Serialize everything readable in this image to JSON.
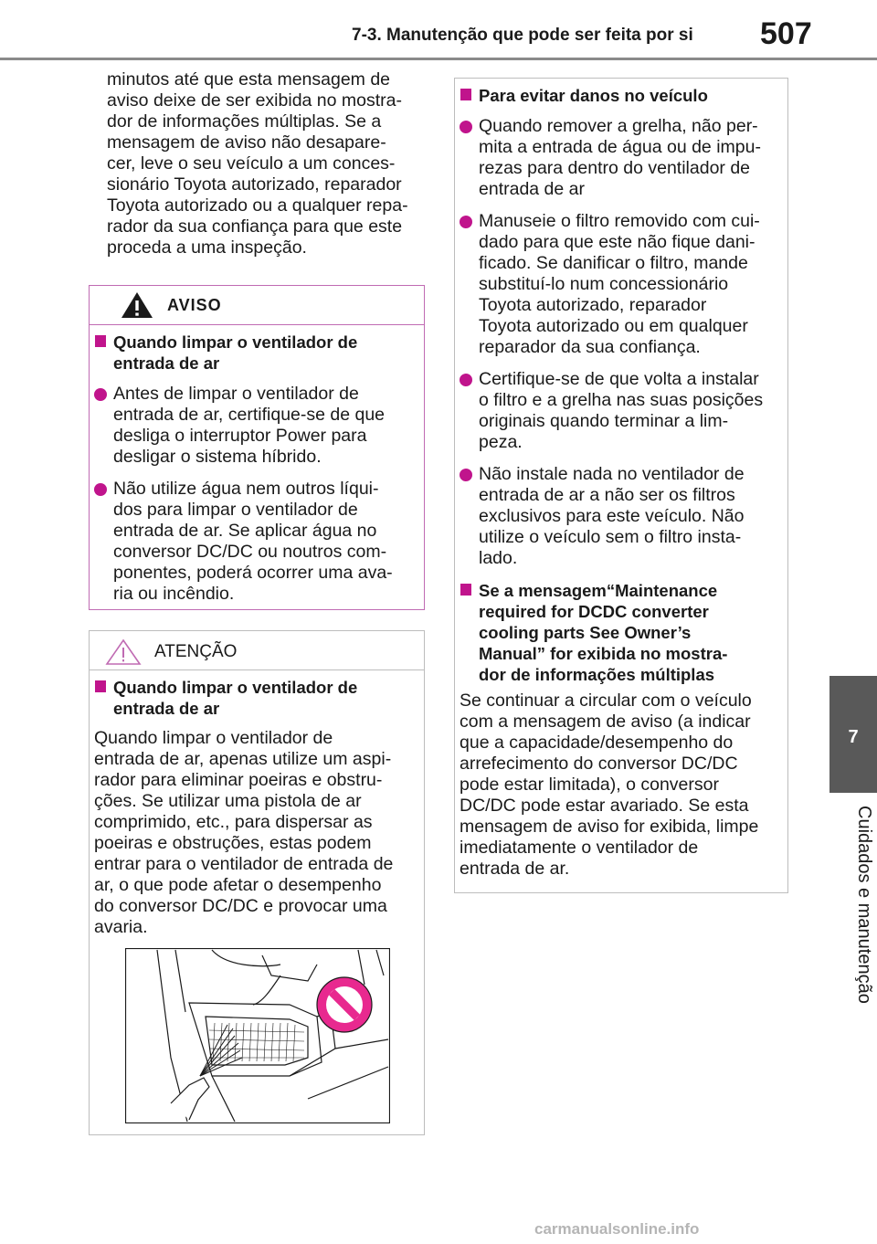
{
  "header": {
    "section_title": "7-3. Manutenção que pode ser feita por si",
    "page_number": "507"
  },
  "side_tab": {
    "number": "7",
    "label": "Cuidados e manutenção"
  },
  "intro_text": [
    "minutos até que esta mensagem de",
    "aviso deixe de ser exibida no mostra-",
    "dor de informações múltiplas. Se a",
    "mensagem de aviso não desapare-",
    "cer, leve o seu veículo a um conces-",
    "sionário Toyota autorizado, reparador",
    "Toyota autorizado ou a qualquer repa-",
    "rador da sua confiança para que este",
    "proceda a uma inspeção."
  ],
  "aviso": {
    "label": "AVISO",
    "heading": [
      "Quando limpar o ventilador de",
      "entrada de ar"
    ],
    "bullets": [
      [
        "Antes de limpar o ventilador de",
        "entrada de ar, certifique-se de que",
        "desliga o interruptor Power para",
        "desligar o sistema híbrido."
      ],
      [
        "Não utilize água nem outros líqui-",
        "dos para limpar o ventilador de",
        "entrada de ar. Se aplicar água no",
        "conversor DC/DC ou noutros com-",
        "ponentes, poderá ocorrer uma ava-",
        "ria ou incêndio."
      ]
    ]
  },
  "atencao": {
    "label": "ATENÇÃO",
    "heading": [
      "Quando limpar o ventilador de",
      "entrada de ar"
    ],
    "body": [
      "Quando limpar o ventilador de",
      "entrada de ar, apenas utilize um aspi-",
      "rador para eliminar poeiras e obstru-",
      "ções. Se utilizar uma pistola de ar",
      "comprimido, etc., para dispersar as",
      "poeiras e obstruções, estas podem",
      "entrar para o ventilador de entrada de",
      "ar, o que pode afetar o desempenho",
      "do conversor DC/DC e provocar uma",
      "avaria."
    ]
  },
  "right": {
    "heading1": "Para evitar danos no veículo",
    "bullets": [
      [
        "Quando remover a grelha, não per-",
        "mita a entrada de água ou de impu-",
        "rezas para dentro do ventilador de",
        "entrada de ar"
      ],
      [
        "Manuseie o filtro removido com cui-",
        "dado para que este não fique dani-",
        "ficado. Se danificar o filtro, mande",
        "substituí-lo num concessionário",
        "Toyota autorizado, reparador",
        "Toyota autorizado ou em qualquer",
        "reparador da sua confiança."
      ],
      [
        "Certifique-se de que volta a instalar",
        "o filtro e a grelha nas suas posições",
        "originais quando terminar a lim-",
        "peza."
      ],
      [
        "Não instale nada no ventilador de",
        "entrada de ar a não ser os filtros",
        "exclusivos para este veículo. Não",
        "utilize o veículo sem o filtro insta-",
        "lado."
      ]
    ],
    "heading2": [
      "Se a mensagem“Maintenance",
      "required for DCDC converter",
      "cooling parts See Owner’s",
      "Manual” for exibida no mostra-",
      "dor de informações múltiplas"
    ],
    "body": [
      "Se continuar a circular com o veículo",
      "com a mensagem de aviso (a indicar",
      "que a capacidade/desempenho do",
      "arrefecimento do conversor DC/DC",
      "pode estar limitada), o conversor",
      "DC/DC pode estar avariado. Se esta",
      "mensagem de aviso for exibida, limpe",
      "imediatamente o ventilador de",
      "entrada de ar."
    ]
  },
  "footer": {
    "watermark": "carmanualsonline.info"
  },
  "colors": {
    "accent": "#c0148c",
    "aviso_border": "#c06bb3",
    "neutral_border": "#bdbdbd",
    "tab": "#595959",
    "prohibit": "#e8298f"
  }
}
